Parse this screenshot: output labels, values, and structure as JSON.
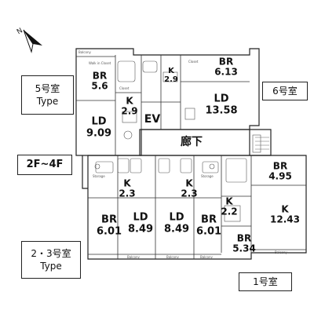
{
  "units": {
    "unit5": {
      "name": "5号室",
      "type": "Type"
    },
    "unit6": {
      "name": "6号室"
    },
    "unit23": {
      "name": "2・3号室",
      "type": "Type"
    },
    "unit1": {
      "name": "1号室"
    }
  },
  "floors": "2F~4F",
  "rooms": [
    {
      "code": "BR",
      "area": "5.6"
    },
    {
      "code": "K",
      "area": "2.9"
    },
    {
      "code": "LD",
      "area": "9.09"
    },
    {
      "code": "K",
      "area": "2.9"
    },
    {
      "code": "EV",
      "area": ""
    },
    {
      "code": "BR",
      "area": "6.13"
    },
    {
      "code": "LD",
      "area": "13.58"
    },
    {
      "code": "廊下",
      "area": ""
    },
    {
      "code": "BR",
      "area": "4.95"
    },
    {
      "code": "K",
      "area": "2.3"
    },
    {
      "code": "K",
      "area": "2.3"
    },
    {
      "code": "K",
      "area": "2.2"
    },
    {
      "code": "K",
      "area": "12.43"
    },
    {
      "code": "BR",
      "area": "6.01"
    },
    {
      "code": "LD",
      "area": "8.49"
    },
    {
      "code": "LD",
      "area": "8.49"
    },
    {
      "code": "BR",
      "area": "6.01"
    },
    {
      "code": "BR",
      "area": "5.34"
    }
  ],
  "small_labels": [
    "Walk in Closet",
    "Closet",
    "Closet",
    "Balcony",
    "Balcony",
    "Balcony",
    "Balcony",
    "Storage",
    "Storage",
    "Balcony"
  ],
  "compass": {
    "icon": "north-arrow-icon"
  }
}
